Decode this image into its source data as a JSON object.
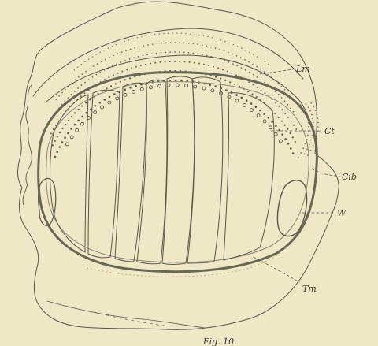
{
  "figure": {
    "labels": {
      "lm": "Lm",
      "ct": "Ct",
      "cib": "Cib",
      "w": "W",
      "tm": "Tm"
    },
    "caption": "Fig. 10."
  },
  "colors": {
    "paper": "#efe8c7",
    "ink": "#5a564a",
    "shade": "#d9d2b2"
  }
}
